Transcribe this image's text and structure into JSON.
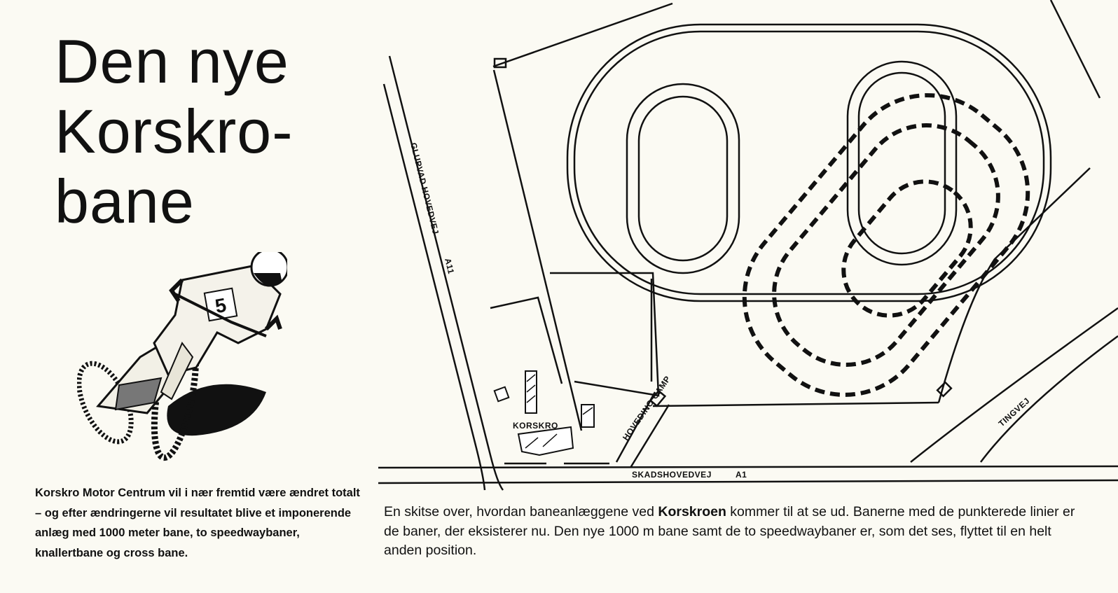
{
  "article": {
    "title_line1": "Den nye",
    "title_line2": "Korskro-",
    "title_line3": "bane",
    "lead_text": "Korskro Motor Centrum vil i nær fremtid være ændret totalt – og efter ændringerne vil resultatet blive et imponerende anlæg med 1000 meter bane, to speedwaybaner, knallertbane og cross bane.",
    "caption_part1": "En skitse over, hvordan baneanlæggene ved ",
    "caption_bold": "Korskroen",
    "caption_part2": " kommer til at se ud. Banerne med de punkterede linier er de baner, der eksisterer nu. Den nye 1000 m bane samt de to speedwaybaner er, som det ses, flyttet til en helt anden position."
  },
  "map": {
    "labels": {
      "road_west": "GLUPVAD HOVEDVEJ",
      "road_west_number": "A11",
      "road_south": "SKADSHOVEDVEJ",
      "road_south_number": "A1",
      "road_east": "TINGVEJ",
      "road_camp": "HOVEDINO CAMP",
      "inn": "KORSKRO"
    }
  },
  "rider": {
    "bib_number": "5"
  }
}
